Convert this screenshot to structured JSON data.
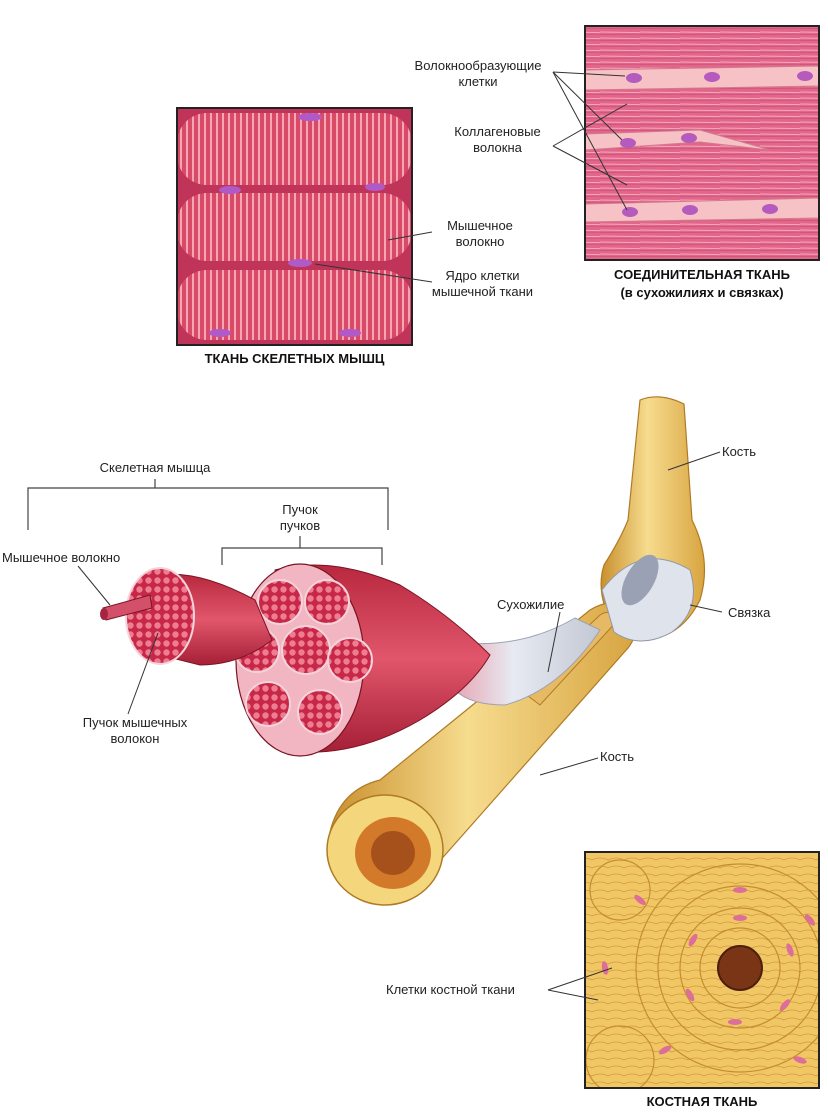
{
  "panels": {
    "skeletal_muscle": {
      "caption": "ТКАНЬ СКЕЛЕТНЫХ МЫШЦ",
      "label_fiber": "Мышечное волокно",
      "label_nucleus": "Ядро клетки мышечной ткани"
    },
    "connective": {
      "caption_line1": "СОЕДИНИТЕЛЬНАЯ ТКАНЬ",
      "caption_line2": "(в сухожилиях и связках)",
      "label_fibroblasts": "Волокнообразующие клетки",
      "label_collagen": "Коллагеновые волокна"
    },
    "bone_tissue": {
      "caption": "КОСТНАЯ ТКАНЬ",
      "label_cells": "Клетки костной ткани"
    }
  },
  "main": {
    "label_skeletal_muscle": "Скелетная мышца",
    "label_fascicle_bundle": "Пучок пучков",
    "label_muscle_fiber": "Мышечное волокно",
    "label_fiber_bundle": "Пучок мышечных волокон",
    "label_tendon": "Сухожилие",
    "label_bone_upper": "Кость",
    "label_ligament": "Связка",
    "label_bone_lower": "Кость"
  }
}
